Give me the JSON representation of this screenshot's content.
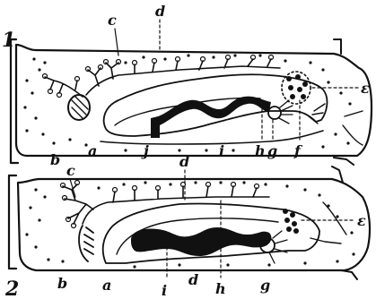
{
  "figure": {
    "figure_1": {
      "number": "1",
      "labels": {
        "a": "a",
        "b": "b",
        "c": "c",
        "d": "d",
        "e": "ε",
        "f": "f",
        "g": "g",
        "h": "h",
        "i": "i",
        "j": "j"
      }
    },
    "figure_2": {
      "number": "2",
      "labels": {
        "a": "a",
        "b": "b",
        "c": "c",
        "d_top": "d",
        "d_bottom": "d",
        "e": "ε",
        "g": "g",
        "h": "h",
        "i": "i"
      }
    },
    "colors": {
      "ink": "#111111",
      "paper": "#ffffff"
    }
  }
}
